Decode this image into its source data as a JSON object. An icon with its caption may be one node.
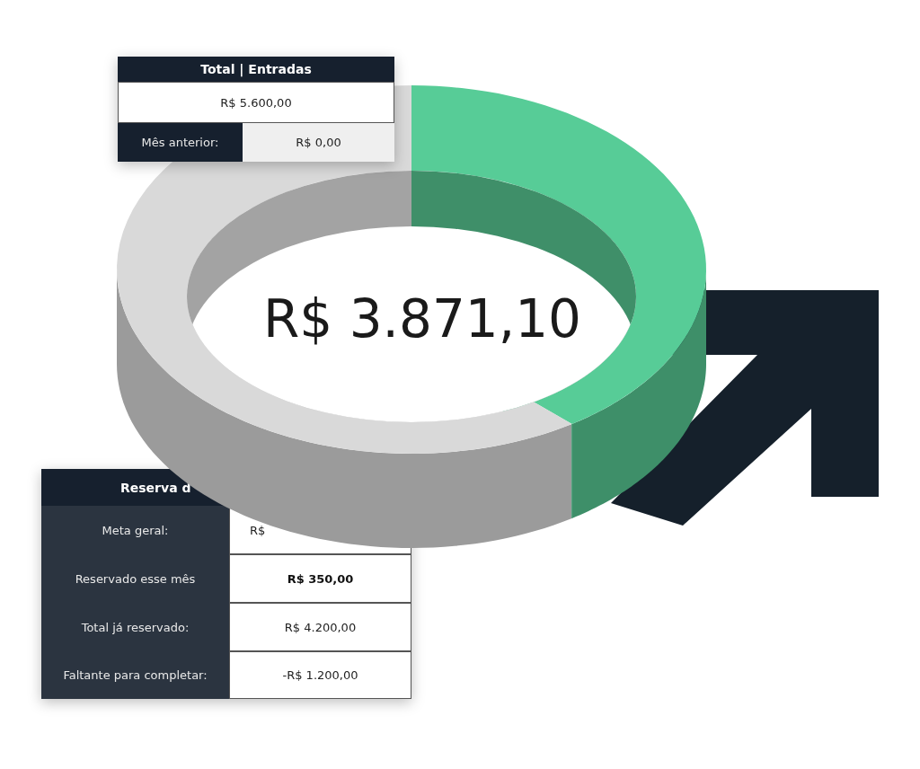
{
  "diagram": {
    "labels": [
      "Total | Entradas",
      "R$ 5.600,00",
      "Mês anterior:",
      "R$ 0,00",
      "R$ 3.871,10",
      "Reserva d",
      "Meta geral:",
      "R$",
      "Reservado esse mês",
      "R$ 350,00",
      "Total já reservado:",
      "R$ 4.200,00",
      "Faltante para completar:",
      "-R$ 1.200,00"
    ]
  }
}
